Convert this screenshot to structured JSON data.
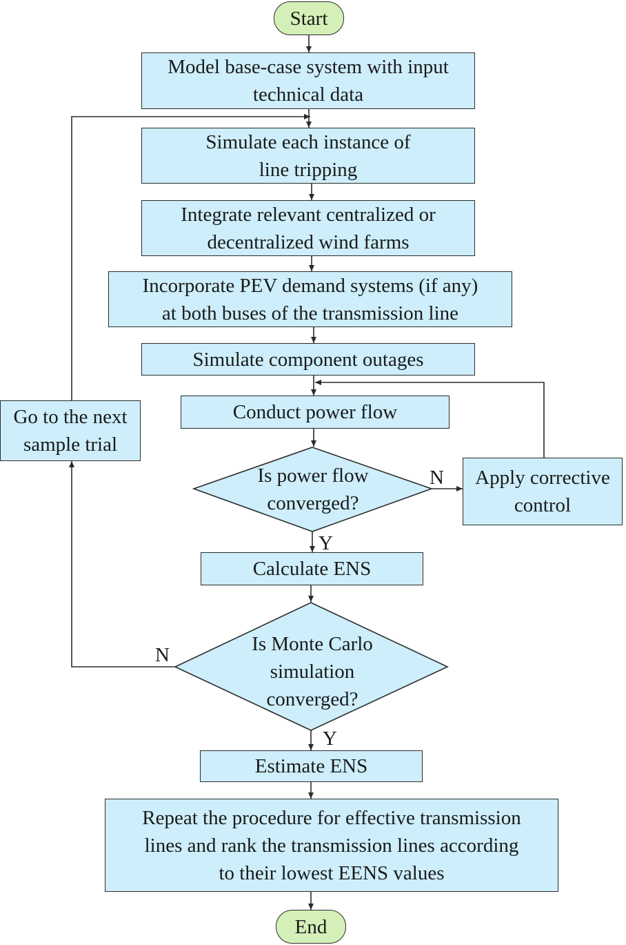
{
  "colors": {
    "process_fill": "#cdeefa",
    "terminal_fill": "#d4f0b8",
    "stroke": "#2b2b2b"
  },
  "nodes": {
    "start": "Start",
    "model": "Model base-case system with input\ntechnical data",
    "simulate_line": "Simulate each instance of\nline tripping",
    "integrate_wind": "Integrate relevant centralized or\ndecentralized wind farms",
    "incorporate_pev": "Incorporate PEV demand systems (if any)\nat both buses of the transmission line",
    "simulate_outages": "Simulate component outages",
    "power_flow": "Conduct power flow",
    "pf_converged": "Is power flow\nconverged?",
    "corrective": "Apply corrective\ncontrol",
    "calc_ens": "Calculate ENS",
    "mc_converged": "Is Monte Carlo\nsimulation\nconverged?",
    "estimate_ens": "Estimate ENS",
    "repeat": "Repeat the procedure for effective transmission\nlines and rank the transmission lines according\nto their lowest EENS values",
    "next_trial": "Go to the next\nsample trial",
    "end": "End"
  },
  "edge_labels": {
    "pf_no": "N",
    "pf_yes": "Y",
    "mc_no": "N",
    "mc_yes": "Y"
  }
}
